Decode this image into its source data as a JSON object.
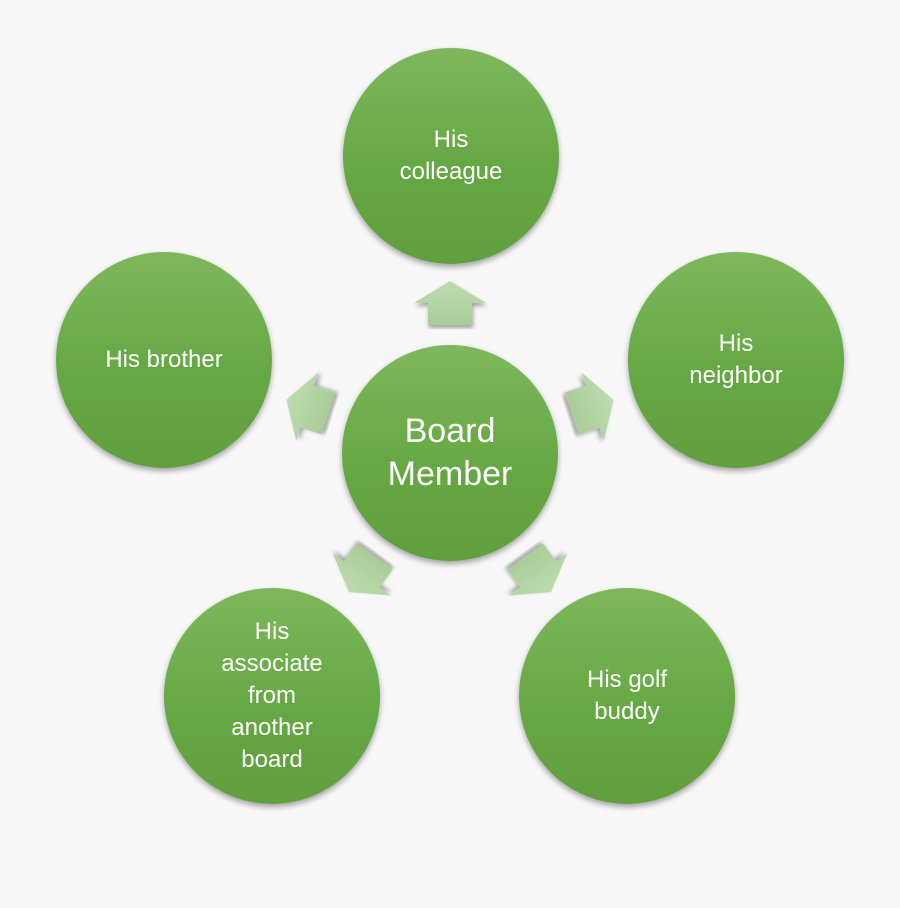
{
  "center": {
    "label": "Board Member"
  },
  "nodes": [
    {
      "id": "colleague",
      "label": "His colleague",
      "angle": 0
    },
    {
      "id": "neighbor",
      "label": "His neighbor",
      "angle": 72
    },
    {
      "id": "golf-buddy",
      "label": "His golf buddy",
      "angle": 144
    },
    {
      "id": "associate",
      "label": "His associate from another board",
      "angle": -144
    },
    {
      "id": "brother",
      "label": "His brother",
      "angle": -72
    }
  ],
  "colors": {
    "node": "#66a844",
    "arrow": "#b6d6a8",
    "background": "#f7f7f7"
  }
}
